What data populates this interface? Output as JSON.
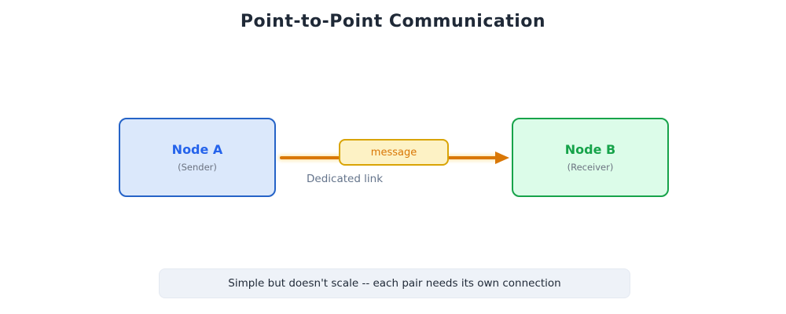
{
  "title": "Point-to-Point Communication",
  "nodes": [
    {
      "id": "node-a",
      "label": "Node A",
      "sublabel": "(Sender)",
      "fill": "#dbe8fb",
      "border_color": "#2563c7",
      "label_color": "#2563eb"
    },
    {
      "id": "node-b",
      "label": "Node B",
      "sublabel": "(Receiver)",
      "fill": "#dcfce9",
      "border_color": "#17a34a",
      "label_color": "#16a34a"
    }
  ],
  "link": {
    "message_label": "message",
    "link_label": "Dedicated link",
    "arrow_color": "#d97706",
    "pill_fill": "#fdf2c5",
    "pill_border": "#d9a406",
    "direction": "node-a-to-node-b"
  },
  "note": {
    "text": "Simple but doesn't scale -- each pair needs its own connection",
    "background": "#eef2f8",
    "text_color": "#1f2937"
  }
}
